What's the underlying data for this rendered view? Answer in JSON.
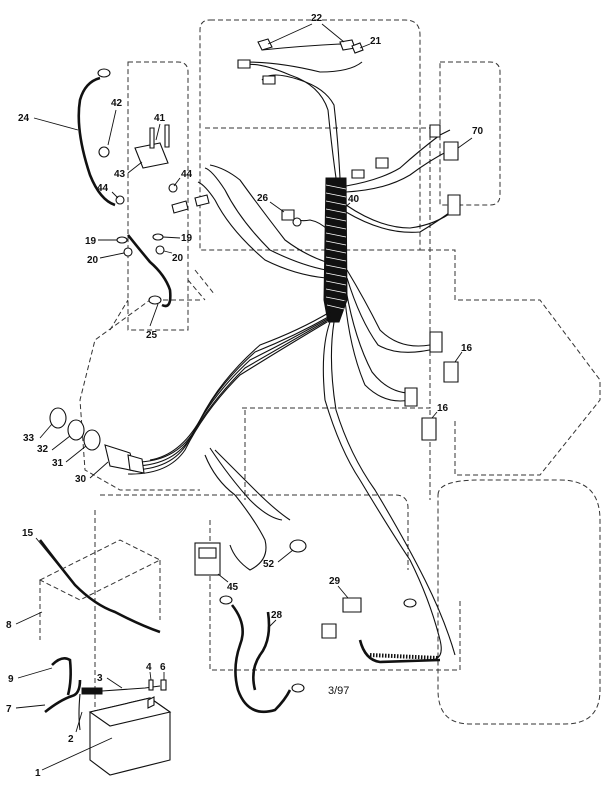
{
  "diagram": {
    "date_code": "3/97",
    "callouts": {
      "p1": "1",
      "p2": "2",
      "p3": "3",
      "p4": "4",
      "p6": "6",
      "p7": "7",
      "p8": "8",
      "p9": "9",
      "p15": "15",
      "p16a": "16",
      "p16b": "16",
      "p19a": "19",
      "p19b": "19",
      "p20a": "20",
      "p20b": "20",
      "p21": "21",
      "p22": "22",
      "p24": "24",
      "p25": "25",
      "p26": "26",
      "p28": "28",
      "p29": "29",
      "p30": "30",
      "p31": "31",
      "p32": "32",
      "p33": "33",
      "p40": "40",
      "p41": "41",
      "p42": "42",
      "p43": "43",
      "p44a": "44",
      "p44b": "44",
      "p45": "45",
      "p52": "52",
      "p70": "70"
    }
  }
}
